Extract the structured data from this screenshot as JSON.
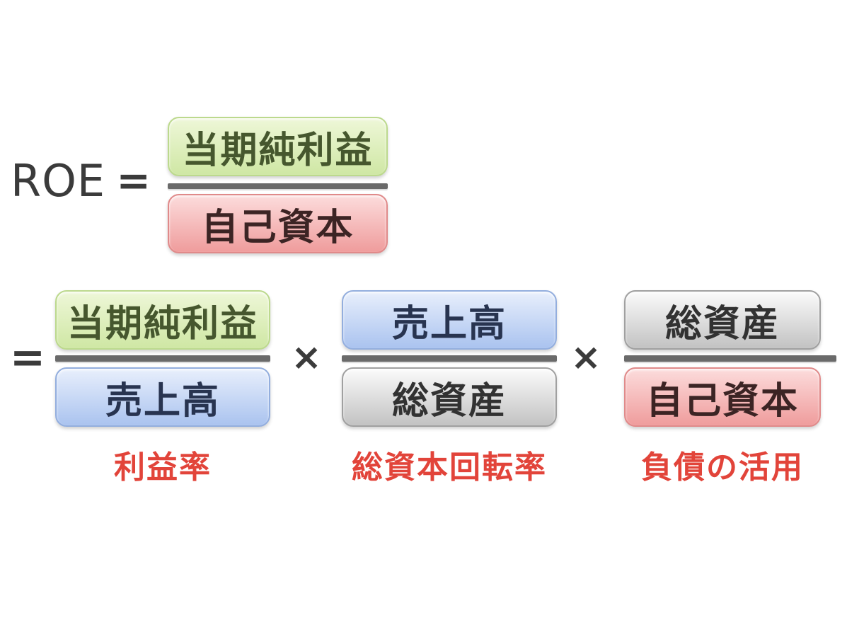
{
  "background": "#ffffff",
  "colors": {
    "background": "#ffffff",
    "green_top": "#eef7d8",
    "green_bottom": "#cfe7a4",
    "green_border": "#bcd98d",
    "green_text": "#46572e",
    "pink_top": "#fcdcdc",
    "pink_bottom": "#ef9c9c",
    "pink_border": "#e08a8a",
    "pink_text": "#3c2424",
    "blue_top": "#e8effc",
    "blue_bottom": "#aac3ef",
    "blue_border": "#93aede",
    "blue_text": "#283450",
    "gray_top": "#fbfbfb",
    "gray_bottom": "#c2c2c2",
    "gray_border": "#a0a0a0",
    "gray_text": "#323232",
    "bar": "#6a6a6a",
    "operator": "#3b3b3b",
    "label_red": "#e2443a"
  },
  "formula_top": {
    "lhs": "ROE",
    "equals": "=",
    "numerator": "当期純利益",
    "denominator": "自己資本"
  },
  "formula_expanded": {
    "equals": "=",
    "times": "×",
    "fractions": [
      {
        "numerator": "当期純利益",
        "denominator": "売上高",
        "label": "利益率"
      },
      {
        "numerator": "売上高",
        "denominator": "総資産",
        "label": "総資本回転率"
      },
      {
        "numerator": "総資産",
        "denominator": "自己資本",
        "label": "負債の活用"
      }
    ]
  }
}
